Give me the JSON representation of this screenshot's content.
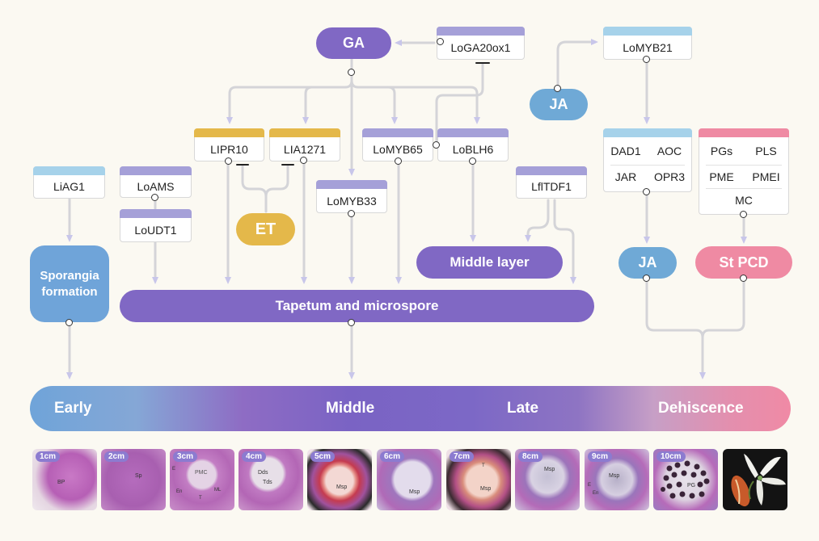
{
  "colors": {
    "purple": "#8068c4",
    "blue": "#6fa4d9",
    "lightblue": "#a6d2ea",
    "yellow": "#e4b84a",
    "pink": "#ef8aa3",
    "lavender": "#a5a0d8",
    "wire": "#d4d4d8",
    "arrowhead": "#c8c6ea"
  },
  "nodes": {
    "ga": "GA",
    "loga20ox1": "LoGA20ox1",
    "lomyb21": "LoMYB21",
    "ja_top": "JA",
    "lipr10": "LIPR10",
    "lia1271": "LIA1271",
    "lomyb65": "LoMYB65",
    "loblh6": "LoBLH6",
    "liag1": "LiAG1",
    "loams": "LoAMS",
    "loudt1": "LoUDT1",
    "lomyb33": "LoMYB33",
    "lfltdf1": "LflTDF1",
    "et": "ET",
    "sporangia": "Sporangia formation",
    "middle_layer": "Middle layer",
    "tapetum": "Tapetum and microspore",
    "ja_bottom": "JA",
    "st_pcd": "St PCD",
    "ja_genes": [
      "DAD1",
      "AOC",
      "JAR",
      "OPR3"
    ],
    "pcd_genes": [
      "PGs",
      "PLS",
      "PME",
      "PMEI",
      "MC"
    ]
  },
  "timeline": {
    "stages": [
      "Early",
      "Middle",
      "Late",
      "Dehiscence"
    ]
  },
  "micrographs": [
    {
      "size": "1cm",
      "labels": [
        "BP"
      ]
    },
    {
      "size": "2cm",
      "labels": [
        "Sp"
      ]
    },
    {
      "size": "3cm",
      "labels": [
        "PMC",
        "E",
        "En",
        "ML",
        "T"
      ]
    },
    {
      "size": "4cm",
      "labels": [
        "Dds",
        "Tds"
      ]
    },
    {
      "size": "5cm",
      "labels": [
        "Msp"
      ]
    },
    {
      "size": "6cm",
      "labels": [
        "Msp"
      ]
    },
    {
      "size": "7cm",
      "labels": [
        "Msp",
        "T"
      ]
    },
    {
      "size": "8cm",
      "labels": [
        "Msp"
      ]
    },
    {
      "size": "9cm",
      "labels": [
        "Msp",
        "E",
        "En"
      ]
    },
    {
      "size": "10cm",
      "labels": [
        "PG"
      ]
    },
    {
      "size": "",
      "labels": []
    }
  ]
}
